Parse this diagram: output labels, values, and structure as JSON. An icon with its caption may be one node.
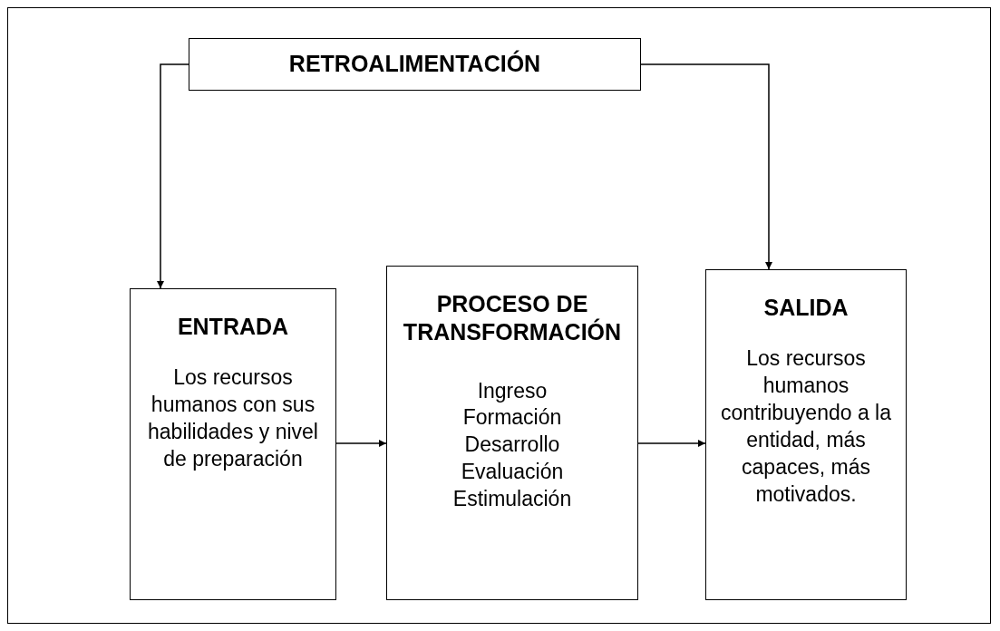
{
  "diagram": {
    "nodes": [
      {
        "text": [
          "RETROALIMENTACIÓN"
        ]
      },
      {
        "text": [
          "ENTRADA",
          "Los recursos humanos con sus habilidades y nivel de preparación"
        ]
      },
      {
        "text": [
          "PROCESO DE TRANSFORMACIÓN",
          "Ingreso",
          "Formación",
          "Desarrollo",
          "Evaluación",
          "Estimulación"
        ]
      },
      {
        "text": [
          "SALIDA",
          "Los recursos humanos contribuyendo a la entidad, más capaces, más motivados."
        ]
      }
    ],
    "edges": [
      {
        "from": 0,
        "to": 1,
        "arrow": "to"
      },
      {
        "from": 0,
        "to": 3,
        "arrow": "to"
      },
      {
        "from": 1,
        "to": 2,
        "arrow": "to"
      },
      {
        "from": 2,
        "to": 3,
        "arrow": "to"
      }
    ]
  }
}
